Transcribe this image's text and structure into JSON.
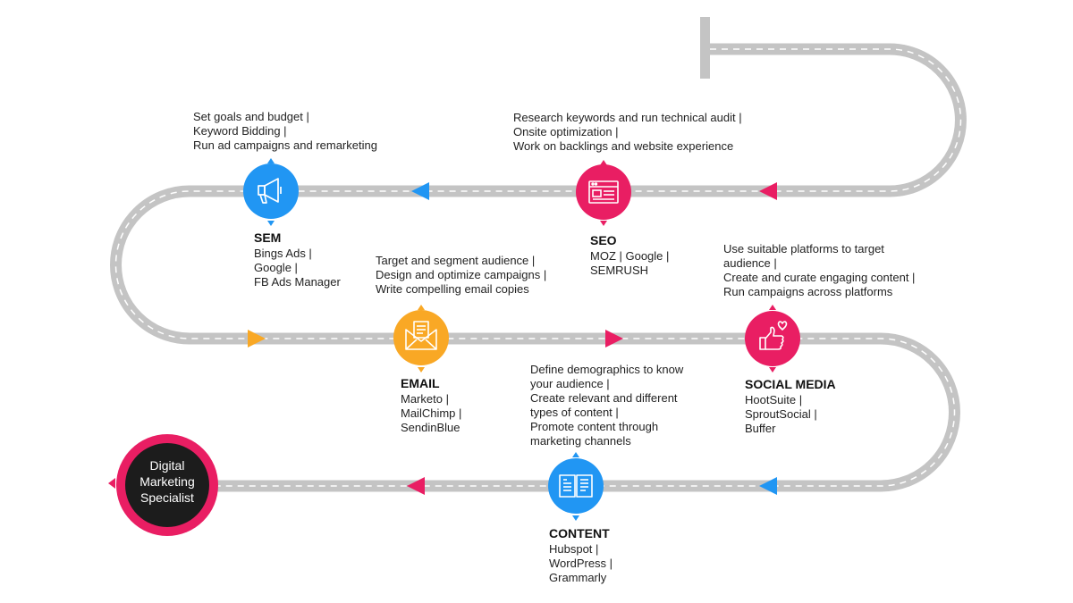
{
  "colors": {
    "road": "#c4c4c4",
    "dash": "#ffffff",
    "blue": "#2196f3",
    "pink": "#e91e63",
    "yellow": "#f9a825",
    "dark": "#1c1c1c"
  },
  "steps": {
    "seo": {
      "title": "SEO",
      "tools": [
        "MOZ | Google |",
        "SEMRUSH"
      ],
      "tasks": [
        "Research keywords and run technical audit |",
        "Onsite optimization |",
        "Work on backlings and website experience"
      ],
      "icon": "browser-window-icon"
    },
    "sem": {
      "title": "SEM",
      "tools": [
        "Bings Ads |",
        "Google |",
        "FB Ads Manager"
      ],
      "tasks": [
        "Set goals and budget |",
        "Keyword Bidding |",
        "Run ad campaigns and remarketing"
      ],
      "icon": "megaphone-icon"
    },
    "email": {
      "title": "EMAIL",
      "tools": [
        "Marketo |",
        "MailChimp |",
        "SendinBlue"
      ],
      "tasks": [
        "Target and segment audience |",
        "Design and optimize campaigns |",
        "Write compelling email copies"
      ],
      "icon": "envelope-icon"
    },
    "social": {
      "title": "SOCIAL MEDIA",
      "tools": [
        "HootSuite |",
        "SproutSocial |",
        "Buffer"
      ],
      "tasks": [
        "Use suitable platforms to target",
        "audience |",
        "Create and curate engaging content |",
        "Run campaigns across platforms"
      ],
      "icon": "thumbs-up-heart-icon"
    },
    "content": {
      "title": "CONTENT",
      "tools": [
        "Hubspot |",
        "WordPress |",
        "Grammarly"
      ],
      "tasks": [
        "Define demographics to know",
        "your audience |",
        "Create relevant and different",
        "types of content |",
        "Promote content through",
        "marketing channels"
      ],
      "icon": "open-book-icon"
    }
  },
  "final": {
    "lines": [
      "Digital",
      "Marketing",
      "Specialist"
    ]
  }
}
